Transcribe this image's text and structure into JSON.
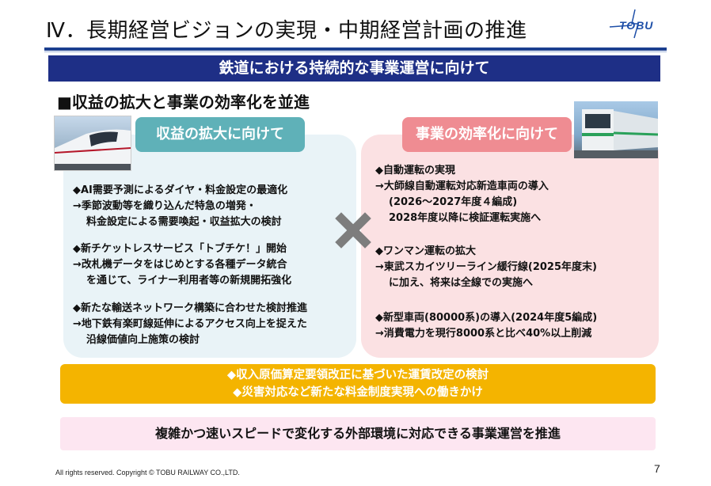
{
  "header": {
    "title": "Ⅳ．長期経営ビジョンの実現・中期経営計画の推進",
    "logo_text": "TOBU"
  },
  "banner": "鉄道における持続的な事業運営に向けて",
  "section_heading": "■収益の拡大と事業の効率化を並進",
  "left_panel": {
    "title": "収益の拡大に向けて",
    "items": [
      {
        "head": "◆AI需要予測によるダイヤ・料金設定の最適化",
        "lines": [
          "→季節波動等を織り込んだ特急の増発・",
          "料金設定による需要喚起・収益拡大の検討"
        ]
      },
      {
        "head": "◆新チケットレスサービス「トブチケ！」開始",
        "lines": [
          "→改札機データをはじめとする各種データ統合",
          "を通じて、ライナー利用者等の新規開拓強化"
        ]
      },
      {
        "head": "◆新たな輸送ネットワーク構築に合わせた検討推進",
        "lines": [
          "→地下鉄有楽町線延伸によるアクセス向上を捉えた",
          "沿線価値向上施策の検討"
        ]
      }
    ]
  },
  "right_panel": {
    "title": "事業の効率化に向けて",
    "items": [
      {
        "head": "◆自動運転の実現",
        "lines": [
          "→大師線自動運転対応新造車両の導入",
          "(2026～2027年度４編成)",
          "2028年度以降に検証運転実施へ"
        ]
      },
      {
        "head": "◆ワンマン運転の拡大",
        "lines": [
          "→東武スカイツリーライン緩行線(2025年度末)",
          "に加え、将来は全線での実施へ"
        ]
      },
      {
        "head": "◆新型車両(80000系)の導入(2024年度5編成)",
        "lines": [
          "→消費電力を現行8000系と比べ40%以上削減"
        ]
      }
    ]
  },
  "gold_box": {
    "line1": "◆収入原価算定要領改正に基づいた運賃改定の検討",
    "line2": "◆災害対応など新たな料金制度実現への働きかけ"
  },
  "conclusion": "複雑かつ速いスピードで変化する外部環境に対応できる事業運営を推進",
  "footer": {
    "copyright": "All rights reserved. Copyright © TOBU RAILWAY CO.,LTD.",
    "page_number": "7"
  },
  "colors": {
    "banner": "#1e2f86",
    "teal_pill": "#5fb1b8",
    "pink_pill": "#ef8c92",
    "gold": "#f4b400"
  }
}
